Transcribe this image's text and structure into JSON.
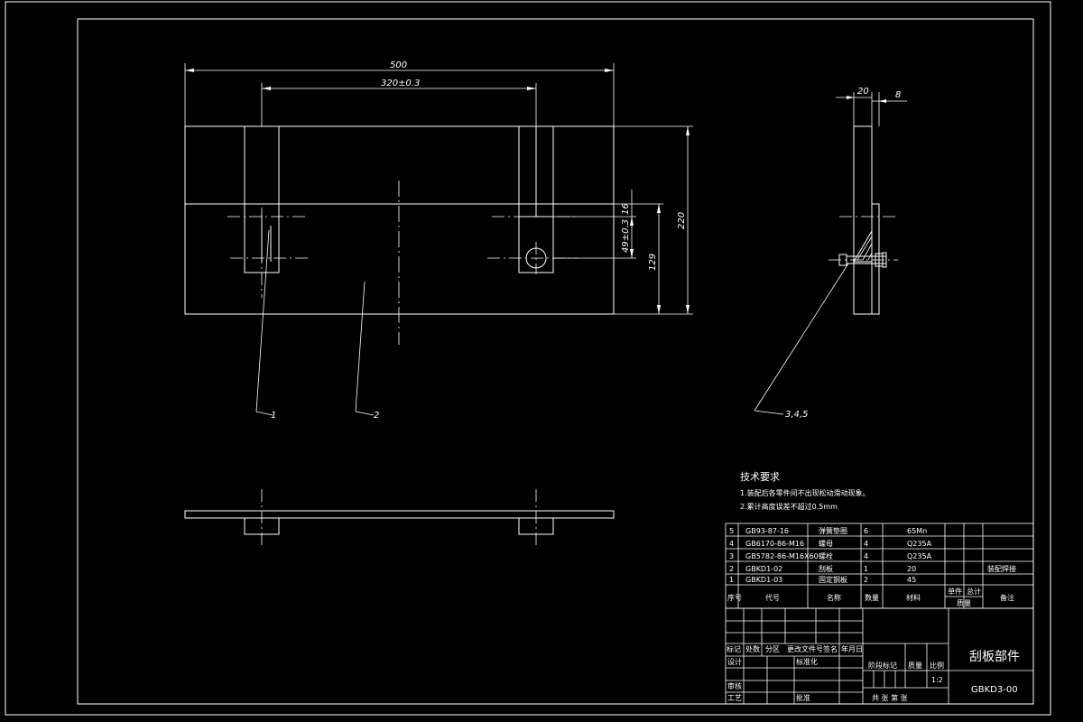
{
  "dimensions": {
    "overall_width": "500",
    "hole_spacing": "320±0.3",
    "total_height": "220",
    "mid_height": "129",
    "hole_offset": "49±0.3",
    "small_offset": "16",
    "side_width": "20",
    "side_thickness": "8"
  },
  "leaders": {
    "part1": "1",
    "part2": "2",
    "parts345": "3,4,5"
  },
  "tech_requirements": {
    "title": "技术要求",
    "items": [
      "1.装配后各零件间不出现松动滑动现象。",
      "2.累计高度误差不超过0.5mm"
    ]
  },
  "bom": {
    "rows": [
      {
        "no": "5",
        "code": "GB93-87-16",
        "name": "弹簧垫圈",
        "qty": "6",
        "material": "65Mn",
        "remark": ""
      },
      {
        "no": "4",
        "code": "GB6170-86-M16",
        "name": "螺母",
        "qty": "4",
        "material": "Q235A",
        "remark": ""
      },
      {
        "no": "3",
        "code": "GB5782-86-M16X60",
        "name": "螺栓",
        "qty": "4",
        "material": "Q235A",
        "remark": ""
      },
      {
        "no": "2",
        "code": "GBKD1-02",
        "name": "刮板",
        "qty": "1",
        "material": "20",
        "remark": "装配焊接"
      },
      {
        "no": "1",
        "code": "GBKD1-03",
        "name": "固定钢板",
        "qty": "2",
        "material": "45",
        "remark": ""
      }
    ],
    "header": {
      "no": "序号",
      "code": "代号",
      "name": "名称",
      "qty": "数量",
      "material": "材料",
      "unit_weight": "单件",
      "total_weight": "总计",
      "weight": "质量",
      "remark": "备注"
    }
  },
  "title_block": {
    "revision_labels": [
      "标记",
      "处数",
      "分区",
      "更改文件号",
      "签名",
      "年月日"
    ],
    "design": "设计",
    "standardize": "标准化",
    "review": "审核",
    "process": "工艺",
    "approve": "批准",
    "stage_label": "阶段标记",
    "weight_label": "质量",
    "scale_label": "比例",
    "scale_value": "1:2",
    "sheet_label": "共 张  第 张",
    "part_name": "刮板部件",
    "drawing_no": "GBKD3-00"
  }
}
